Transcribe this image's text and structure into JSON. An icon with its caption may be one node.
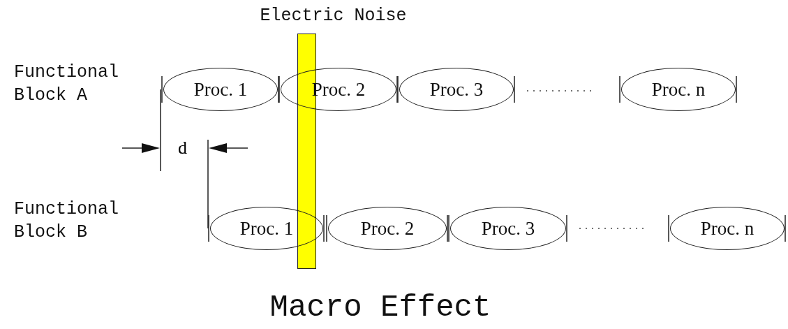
{
  "diagram": {
    "caption": "Macro Effect",
    "nodes": [
      {
        "text": [
          "Electric Noise"
        ]
      },
      {
        "text": [
          "Proc. 1"
        ]
      },
      {
        "text": [
          "Proc. 2"
        ]
      },
      {
        "text": [
          "Proc. 3"
        ]
      },
      {
        "text": [
          "Proc. n"
        ]
      },
      {
        "text": [
          "Proc. 1"
        ]
      },
      {
        "text": [
          "Proc. 2"
        ]
      },
      {
        "text": [
          "Proc. 3"
        ]
      },
      {
        "text": [
          "Proc. n"
        ]
      }
    ],
    "edges": [],
    "labels": [
      "Functional Block A",
      "d",
      "Functional Block B"
    ]
  }
}
